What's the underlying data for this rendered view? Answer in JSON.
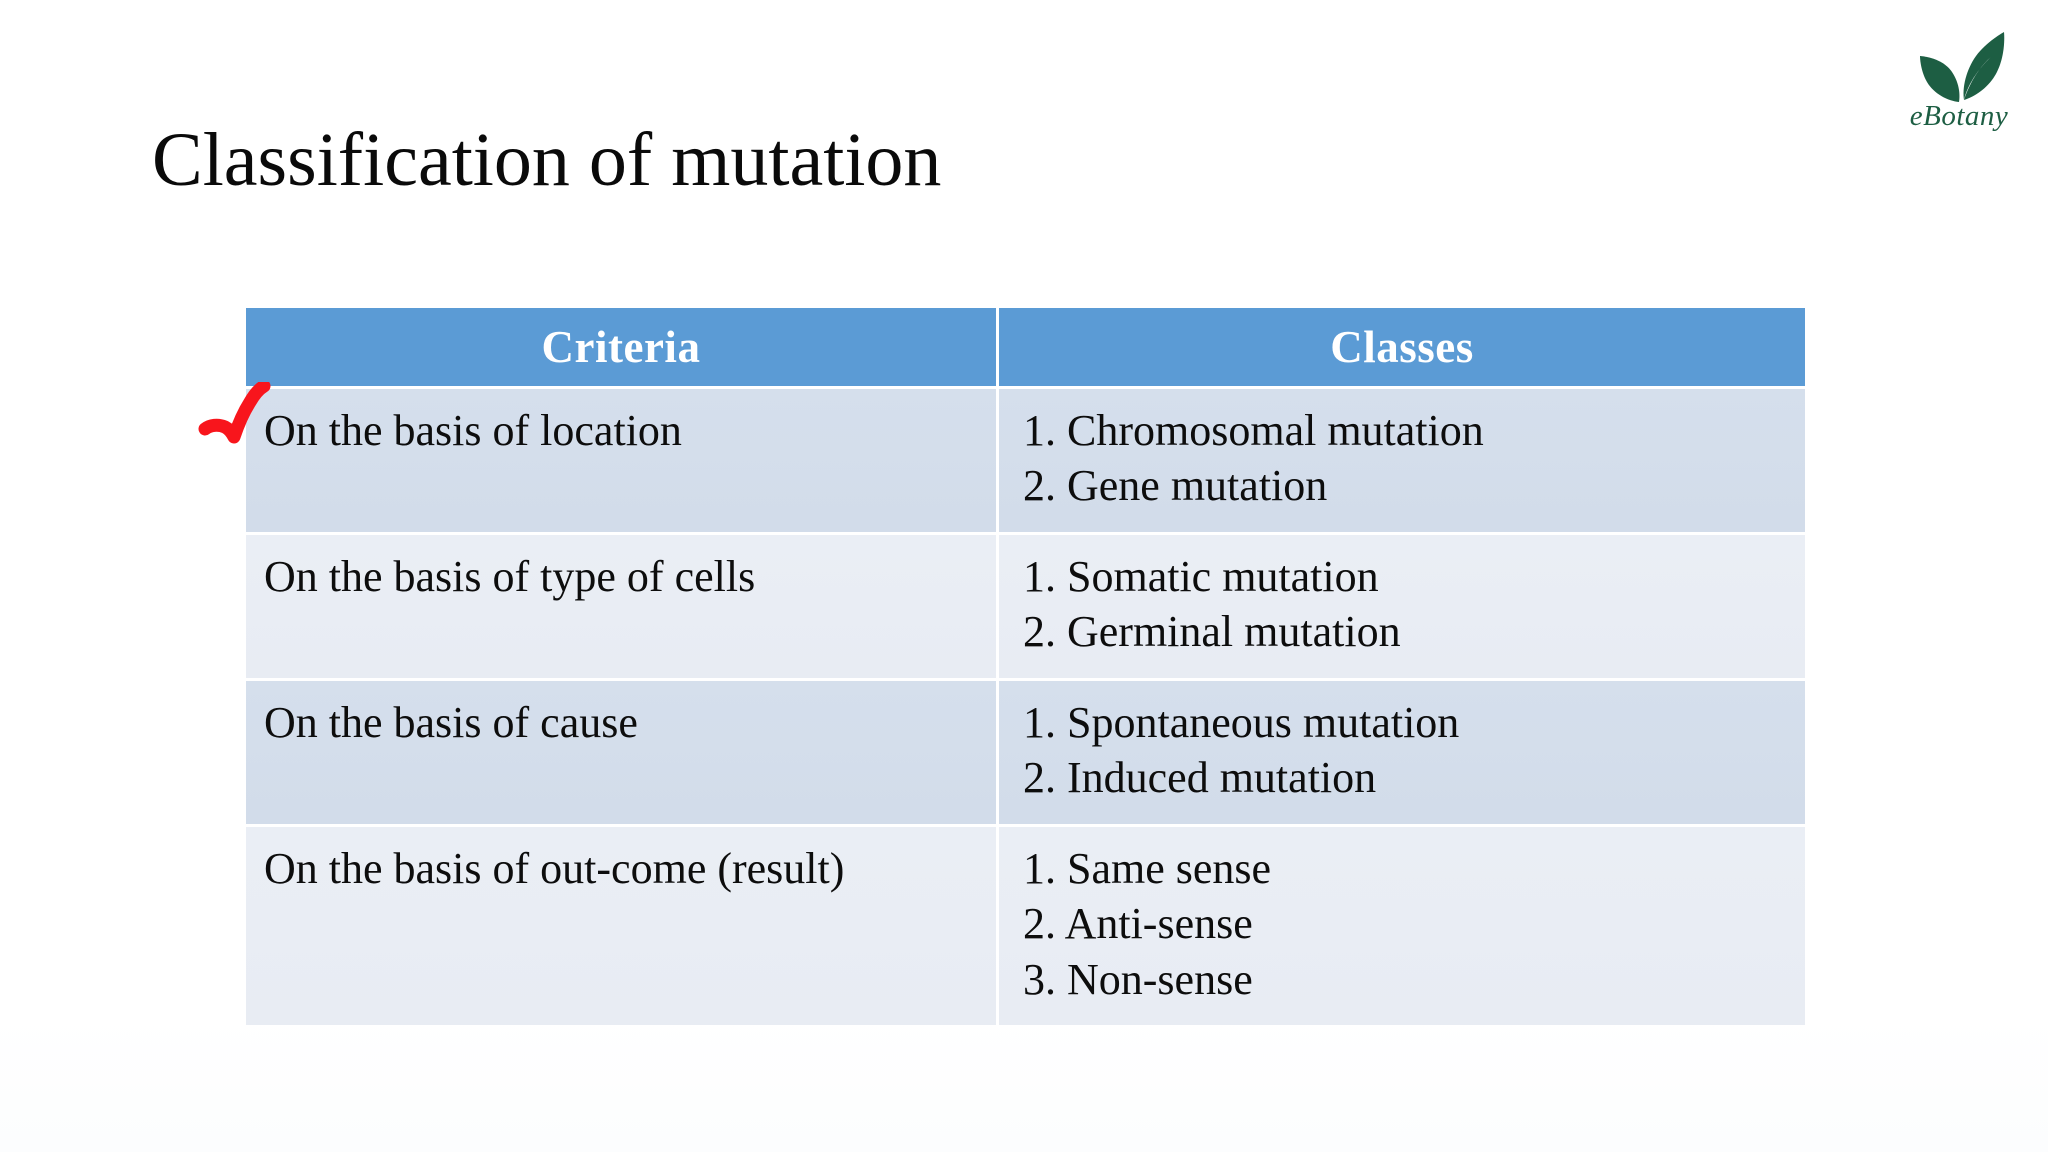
{
  "slide": {
    "title": "Classification of mutation",
    "background_color": "#ffffff"
  },
  "logo": {
    "name": "eBotany",
    "text": "eBotany",
    "color": "#1d5e43",
    "leaf_icon": "leaf-icon"
  },
  "annotation": {
    "check_mark": {
      "icon": "red-check-mark-icon",
      "color": "#f8151c",
      "marks_row": "On the basis of location"
    }
  },
  "table": {
    "header_color": "#5b9bd5",
    "header_text_color": "#ffffff",
    "band_dark_color": "#d5dfec",
    "band_light_color": "#eaeef5",
    "columns": [
      "Criteria",
      "Classes"
    ],
    "rows": [
      {
        "criteria": "On the basis of location",
        "classes": [
          "1. Chromosomal mutation",
          "2. Gene mutation"
        ]
      },
      {
        "criteria": "On the basis of type of cells",
        "classes": [
          "1. Somatic mutation",
          "2. Germinal mutation"
        ]
      },
      {
        "criteria": "On the basis of cause",
        "classes": [
          "1. Spontaneous mutation",
          "2. Induced mutation"
        ]
      },
      {
        "criteria": "On the basis of out-come\n(result)",
        "classes": [
          "1. Same sense",
          "2. Anti-sense",
          "3. Non-sense"
        ]
      }
    ]
  }
}
